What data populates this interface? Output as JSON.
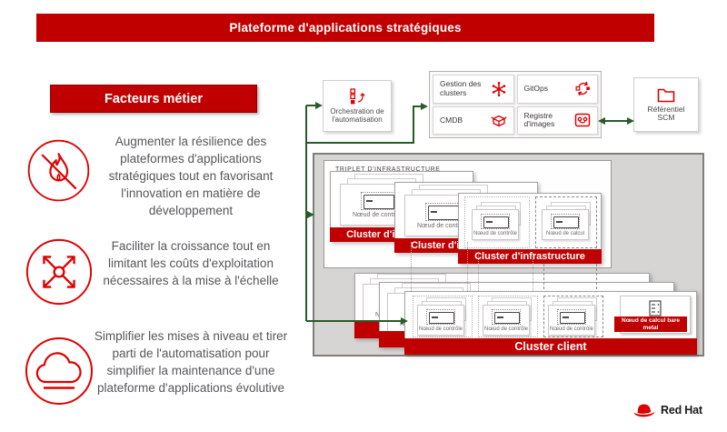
{
  "banner": {
    "title": "Plateforme d'applications stratégiques"
  },
  "business_drivers": {
    "heading": "Facteurs métier",
    "items": [
      {
        "icon": "fire-crossed-icon",
        "text": "Augmenter la résilience des plateformes d'applications stratégiques tout en favorisant l'innovation en matière de développement"
      },
      {
        "icon": "expand-arrows-icon",
        "text": "Faciliter la croissance tout en limitant les coûts d'exploitation nécessaires à la mise à l'échelle"
      },
      {
        "icon": "cloud-icon",
        "text": "Simplifier les mises à niveau et tirer parti de l'automatisation pour simplifier la maintenance d'une plateforme d'applications évolutive"
      }
    ]
  },
  "automation_box": {
    "label": "Orchestration de l'automatisation",
    "icon": "automation-icon"
  },
  "management_group": {
    "cards": [
      {
        "label": "Gestion des clusters",
        "icon": "cluster-management-icon"
      },
      {
        "label": "GitOps",
        "icon": "gitops-icon"
      },
      {
        "label": "CMDB",
        "icon": "cmdb-icon"
      },
      {
        "label": "Registre d'images",
        "icon": "image-registry-icon"
      }
    ]
  },
  "scm_box": {
    "label": "Référentiel SCM",
    "icon": "folder-icon"
  },
  "infrastructure": {
    "section_label": "TRIPLET D'INFRASTRUCTURE",
    "cluster_banner": "Cluster d'infrastructure",
    "cluster_count": 3,
    "node_control_label": "Nœud de contrôle",
    "node_compute_label": "Nœud de calcul"
  },
  "client_clusters": {
    "cluster_banner": "Cluster client",
    "cluster_count": 3,
    "node_control_label": "Nœud de contrôle",
    "node_baremetal_label": "Nœud de calcul bare metal"
  },
  "branding": {
    "logo_text": "Red Hat"
  },
  "colors": {
    "banner_red": "#c00000",
    "icon_red": "#e00000",
    "arrow_green": "#265c26",
    "zone_gray": "#d7d5d3"
  }
}
